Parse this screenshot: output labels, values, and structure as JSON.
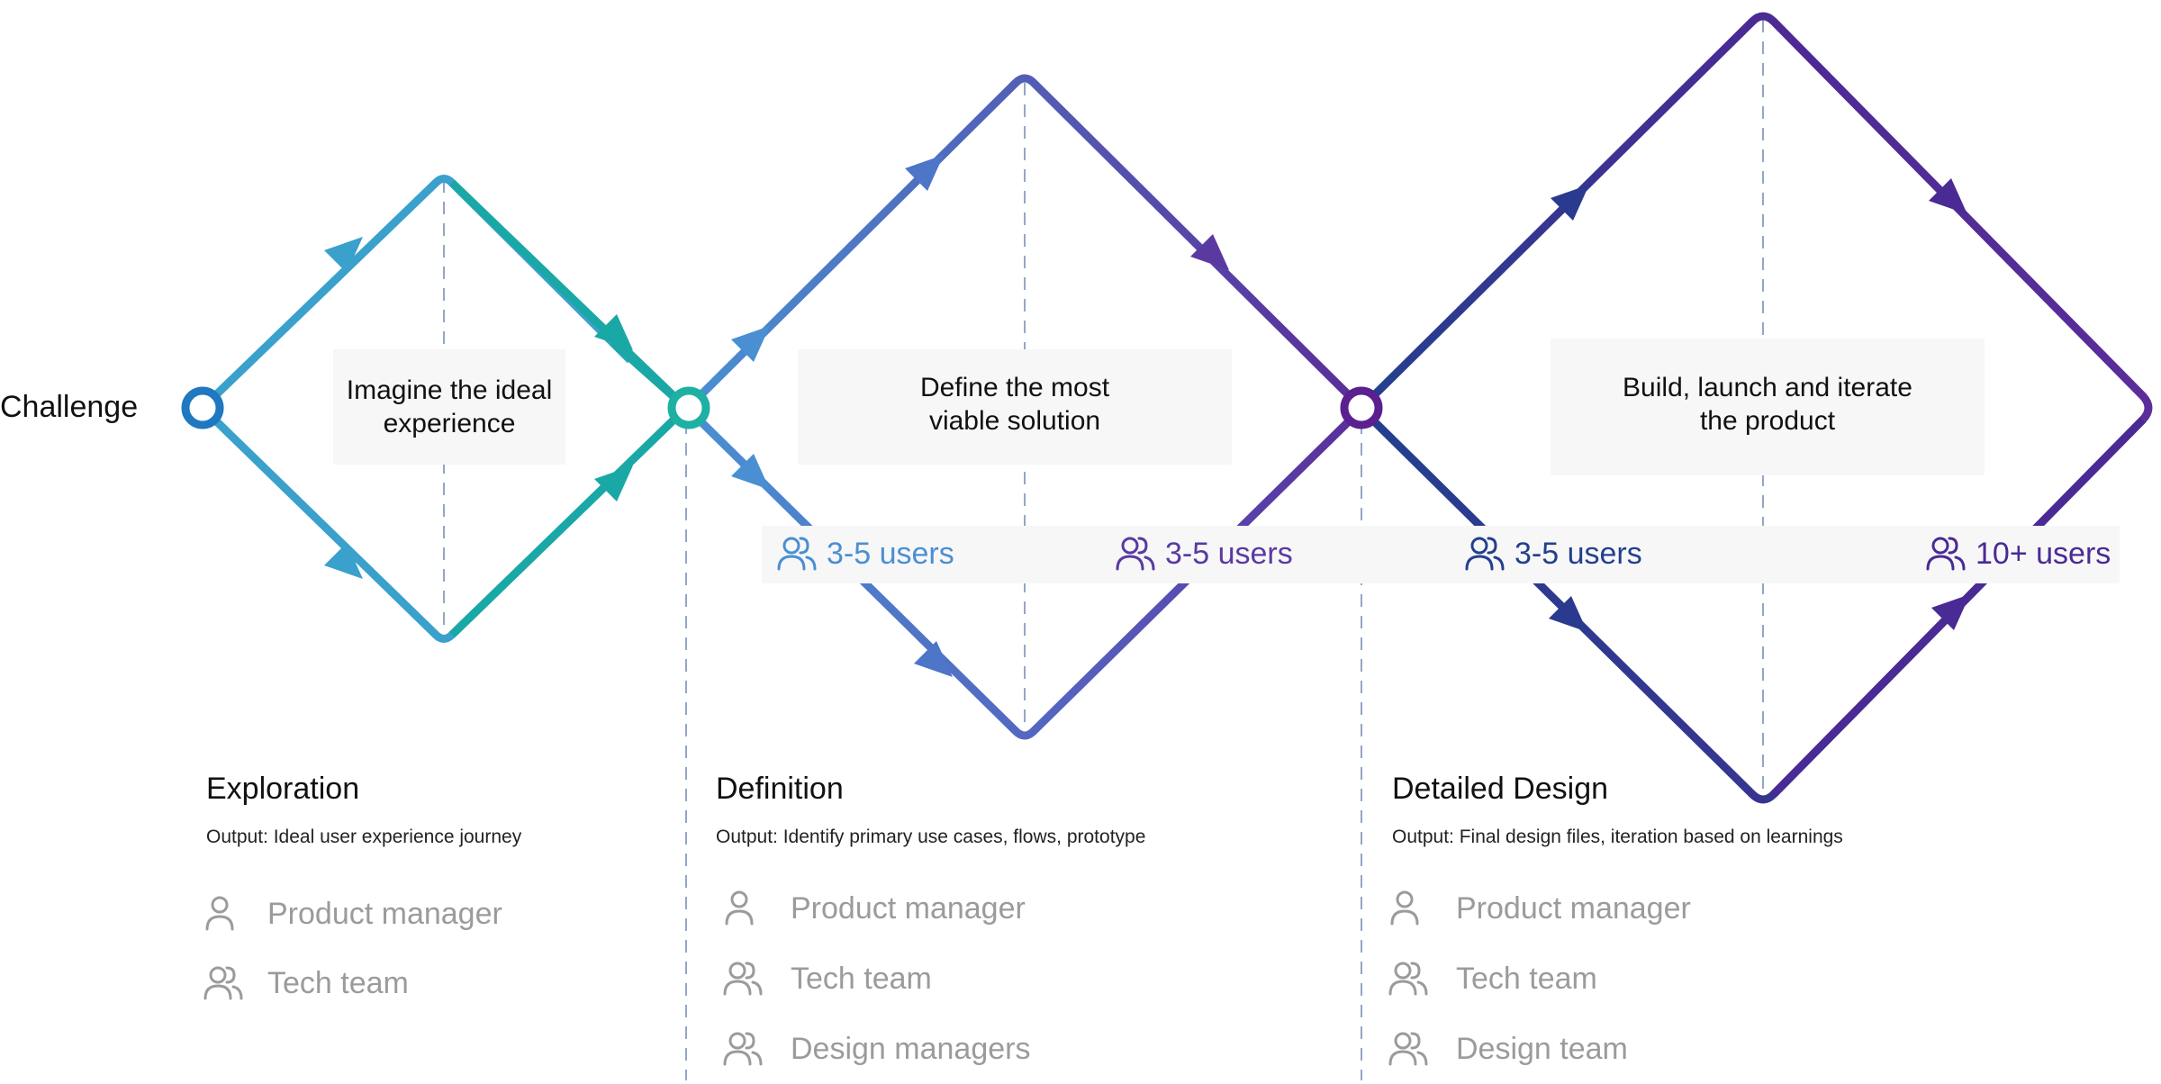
{
  "challenge_label": "Challenge",
  "diamond_captions": [
    "Imagine the ideal experience",
    "Define the most viable solution",
    "Build, launch and iterate the product"
  ],
  "user_counts": [
    "3-5 users",
    "3-5 users",
    "3-5 users",
    "10+ users"
  ],
  "phases": [
    {
      "title": "Exploration",
      "output": "Output: Ideal user experience journey",
      "roles": [
        {
          "label": "Product manager",
          "icon": "user-icon"
        },
        {
          "label": "Tech team",
          "icon": "users-icon"
        }
      ]
    },
    {
      "title": "Definition",
      "output": "Output: Identify primary use cases, flows, prototype",
      "roles": [
        {
          "label": "Product manager",
          "icon": "user-icon"
        },
        {
          "label": "Tech team",
          "icon": "users-icon"
        },
        {
          "label": "Design managers",
          "icon": "users-icon"
        }
      ]
    },
    {
      "title": "Detailed Design",
      "output": "Output: Final design files, iteration based on learnings",
      "roles": [
        {
          "label": "Product manager",
          "icon": "user-icon"
        },
        {
          "label": "Tech team",
          "icon": "users-icon"
        },
        {
          "label": "Design team",
          "icon": "users-icon"
        }
      ]
    }
  ],
  "colors": {
    "teal_light": "#3aa0cc",
    "teal": "#1aa8a6",
    "blue": "#4a86cf",
    "periwinkle": "#5569c0",
    "purple": "#5a2d9a",
    "navy": "#243f8e",
    "node_start": "#1f78c0",
    "node_teal": "#1fb0a4",
    "node_purple": "#5a2090",
    "gray_text": "#9b9b9b",
    "dash": "#94a6c4",
    "box_bg": "#f7f7f7"
  }
}
